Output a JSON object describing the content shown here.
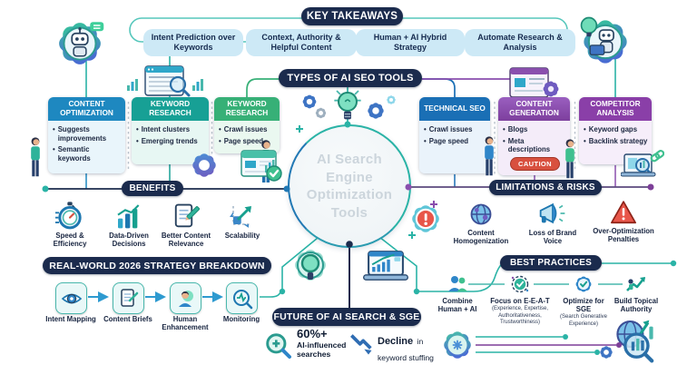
{
  "key_takeaways": {
    "title": "KEY TAKEAWAYS",
    "items": [
      {
        "label": "Intent Prediction over Keywords"
      },
      {
        "label": "Context, Authority & Helpful Content"
      },
      {
        "label": "Human + AI Hybrid Strategy"
      },
      {
        "label": "Automate Research & Analysis"
      }
    ]
  },
  "types": {
    "title": "TYPES OF AI SEO TOOLS",
    "boxes": [
      {
        "title": "CONTENT OPTIMIZATION",
        "bullets": [
          "Suggests improvements",
          "Semantic keywords"
        ],
        "header_color": "#1e88c0"
      },
      {
        "title": "KEYWORD RESEARCH",
        "bullets": [
          "Intent clusters",
          "Emerging trends"
        ],
        "header_color": "#17a095"
      },
      {
        "title": "KEYWORD RESEARCH",
        "bullets": [
          "Crawl issues",
          "Page speed"
        ],
        "header_color": "#37b077"
      },
      {
        "title": "TECHNICAL SEO",
        "bullets": [
          "Crawl issues",
          "Page speed"
        ],
        "header_color": "#1a6fb5"
      },
      {
        "title": "CONTENT GENERATION",
        "bullets": [
          "Blogs",
          "Meta descriptions"
        ],
        "caution": "CAUTION",
        "header_color": "#8d4fb0"
      },
      {
        "title": "COMPETITOR ANALYSIS",
        "bullets": [
          "Keyword gaps",
          "Backlink strategy"
        ],
        "header_color": "#8a3fa8"
      }
    ]
  },
  "center": {
    "line1": "AI Search",
    "line2": "Engine",
    "line3": "Optimization",
    "line4": "Tools"
  },
  "benefits": {
    "title": "BENEFITS",
    "items": [
      {
        "label": "Speed & Efficiency",
        "icon": "stopwatch-icon"
      },
      {
        "label": "Data-Driven Decisions",
        "icon": "bar-chart-icon"
      },
      {
        "label": "Better Content Relevance",
        "icon": "document-pencil-icon"
      },
      {
        "label": "Scalability",
        "icon": "scale-arrow-icon"
      }
    ]
  },
  "limitations": {
    "title": "LIMITATIONS & RISKS",
    "items": [
      {
        "label": "Content Homogenization",
        "icon": "globe-icon"
      },
      {
        "label": "Loss of Brand Voice",
        "icon": "megaphone-icon"
      },
      {
        "label": "Over-Optimization Penalties",
        "icon": "warning-triangle-icon"
      }
    ]
  },
  "strategy": {
    "title": "REAL-WORLD 2026 STRATEGY BREAKDOWN",
    "steps": [
      {
        "label": "Intent Mapping",
        "icon": "eye-magnifier-icon"
      },
      {
        "label": "Content Briefs",
        "icon": "brief-document-icon"
      },
      {
        "label": "Human Enhancement",
        "icon": "human-icon"
      },
      {
        "label": "Monitoring",
        "icon": "monitoring-icon"
      }
    ]
  },
  "future": {
    "title": "FUTURE OF AI SEARCH & SGE",
    "stats": [
      {
        "value": "60%+",
        "label": "AI-influenced searches",
        "icon": "magnifier-plus-icon"
      },
      {
        "value": "Decline",
        "label": "in keyword stuffing",
        "icon": "decline-arrow-icon"
      }
    ]
  },
  "best_practices": {
    "title": "BEST PRACTICES",
    "items": [
      {
        "label": "Combine Human + AI",
        "sub": "",
        "icon": "people-icon"
      },
      {
        "label": "Focus on E-E-A-T",
        "sub": "(Experience, Expertise, Authoritativeness, Trustworthiness)",
        "icon": "check-badge-icon"
      },
      {
        "label": "Optimize for SGE",
        "sub": "(Search Generative Experience)",
        "icon": "gear-check-icon"
      },
      {
        "label": "Build Topical Authority",
        "sub": "",
        "icon": "growth-person-icon"
      }
    ]
  },
  "colors": {
    "navy": "#1b2b4d",
    "teal": "#2ab3a6",
    "blue": "#2178b4",
    "green": "#37b077",
    "purple": "#8a4fae",
    "red": "#d8503f",
    "takeaway_pill": "#cde9f6"
  }
}
